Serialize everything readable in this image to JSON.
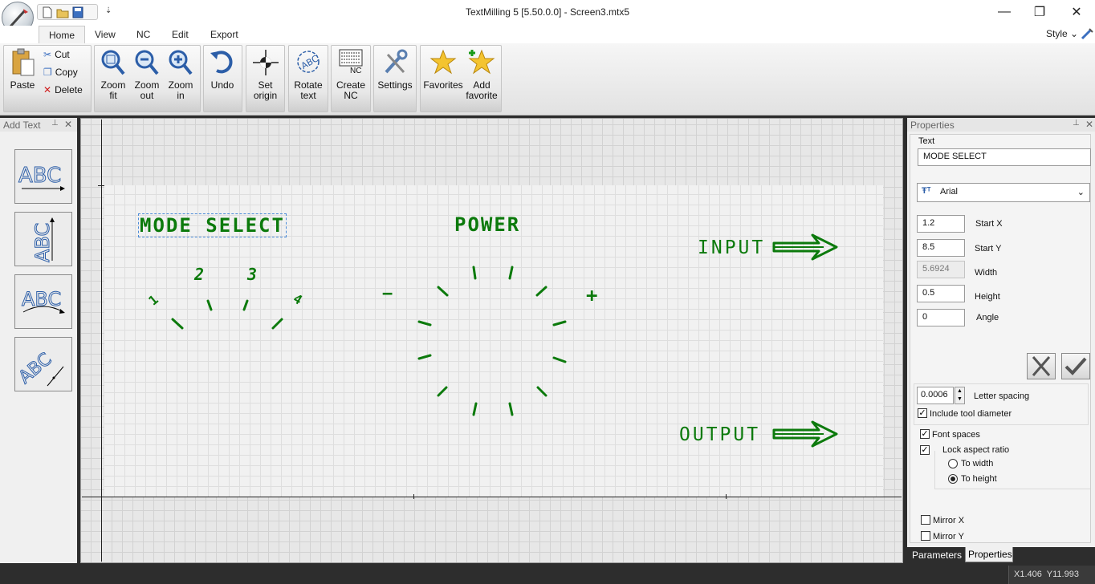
{
  "window": {
    "title": "TextMilling 5 [5.50.0.0]  -  Screen3.mtx5",
    "style_label": "Style"
  },
  "menu_tabs": [
    "Home",
    "View",
    "NC",
    "Edit",
    "Export"
  ],
  "ribbon": {
    "paste": "Paste",
    "cut": "Cut",
    "copy": "Copy",
    "delete": "Delete",
    "zoom_fit": [
      "Zoom",
      "fit"
    ],
    "zoom_out": [
      "Zoom",
      "out"
    ],
    "zoom_in": [
      "Zoom",
      "in"
    ],
    "undo": "Undo",
    "set_origin": [
      "Set",
      "origin"
    ],
    "rotate_text": [
      "Rotate",
      "text"
    ],
    "create_nc": [
      "Create",
      "NC"
    ],
    "create_nc_badge": "NC",
    "settings": "Settings",
    "favorites": "Favorites",
    "add_favorite": [
      "Add",
      "favorite"
    ]
  },
  "add_text_panel": {
    "title": "Add Text",
    "buttons": [
      "straight-text",
      "vertical-text",
      "arc-text",
      "angled-text"
    ]
  },
  "canvas": {
    "texts": {
      "mode_select": "MODE SELECT",
      "power": "POWER",
      "input": "INPUT",
      "output": "OUTPUT",
      "minus": "−",
      "plus": "+",
      "n1": "1",
      "n2": "2",
      "n3": "3",
      "n4": "4"
    }
  },
  "properties": {
    "title": "Properties",
    "text_label": "Text",
    "text_value": "MODE SELECT",
    "font": "Arial",
    "start_x_label": "Start X",
    "start_x": "1.2",
    "start_y_label": "Start Y",
    "start_y": "8.5",
    "width_label": "Width",
    "width": "5.6924",
    "height_label": "Height",
    "height": "0.5",
    "angle_label": "Angle",
    "angle": "0",
    "letter_spacing_label": "Letter spacing",
    "letter_spacing": "0.0006",
    "include_tool_diameter": "Include tool diameter",
    "font_spaces": "Font spaces",
    "lock_aspect_ratio": "Lock aspect ratio",
    "to_width": "To width",
    "to_height": "To height",
    "mirror_x": "Mirror X",
    "mirror_y": "Mirror Y"
  },
  "bottom_tabs": [
    "Parameters",
    "Properties"
  ],
  "status": {
    "coords": "X1.406  Y11.993"
  }
}
